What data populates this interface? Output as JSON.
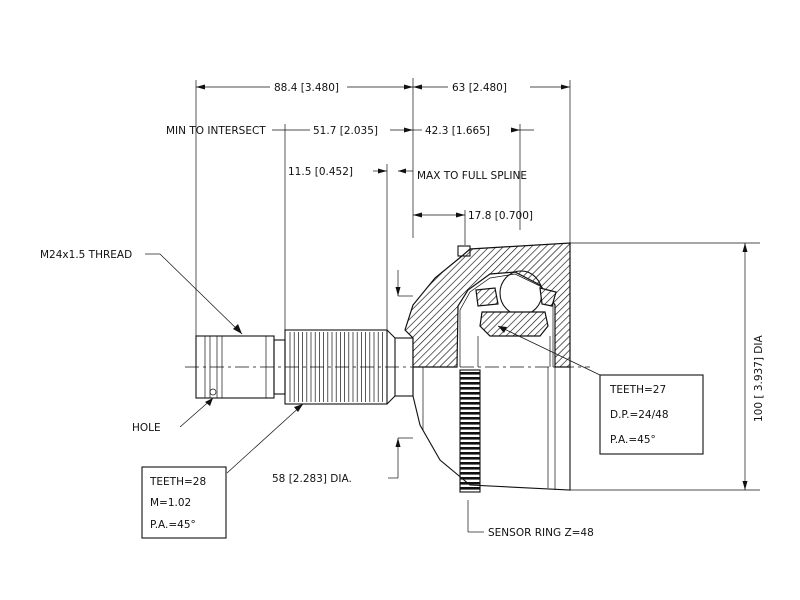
{
  "dimensions": {
    "overall_left": "88.4 [3.480]",
    "overall_right": "63 [2.480]",
    "min_to_intersect_label": "MIN TO INTERSECT",
    "min_to_intersect_value": "51.7 [2.035]",
    "right_upper": "42.3 [1.665]",
    "spline_offset": "11.5 [0.452]",
    "max_to_full_spline": "MAX TO FULL SPLINE",
    "bell_lip": "17.8 [0.700]",
    "outer_dia": "100 [ 3.937] DIA",
    "neck_dia": "58 [2.283] DIA."
  },
  "labels": {
    "thread": "M24x1.5 THREAD",
    "hole": "HOLE",
    "sensor_ring": "SENSOR RING Z=48"
  },
  "spec_left": {
    "teeth": "TEETH=28",
    "module": "M=1.02",
    "pressure_angle": "P.A.=45°"
  },
  "spec_right": {
    "teeth": "TEETH=27",
    "diametral_pitch": "D.P.=24/48",
    "pressure_angle": "P.A.=45°"
  }
}
